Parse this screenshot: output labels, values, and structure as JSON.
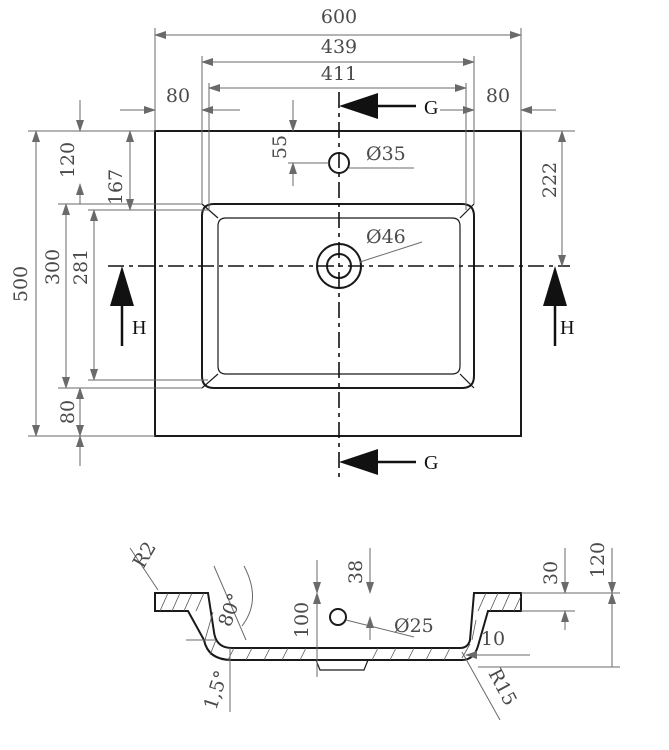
{
  "top_view": {
    "overall_width": "600",
    "bowl_outer_width": "439",
    "bowl_inner_width": "411",
    "margin_left": "80",
    "margin_right": "80",
    "tap_hole_offset": "55",
    "tap_hole_diameter": "Ø35",
    "drain_diameter": "Ø46",
    "overall_depth": "500",
    "back_margin": "120",
    "back_to_bowl_inner": "167",
    "bowl_depth_outer": "300",
    "bowl_depth_inner": "281",
    "front_margin": "80",
    "back_to_drain": "222",
    "section_g_top": "G",
    "section_g_bottom": "G",
    "section_h_left": "H",
    "section_h_right": "H"
  },
  "section_view": {
    "edge_radius": "R2",
    "wall_angle": "80°",
    "floor_slope": "1,5°",
    "overflow_offset": "38",
    "bowl_depth": "100",
    "overflow_diameter": "Ø25",
    "rim_thickness": "30",
    "overall_height": "120",
    "floor_thickness": "10",
    "corner_radius": "R15"
  }
}
